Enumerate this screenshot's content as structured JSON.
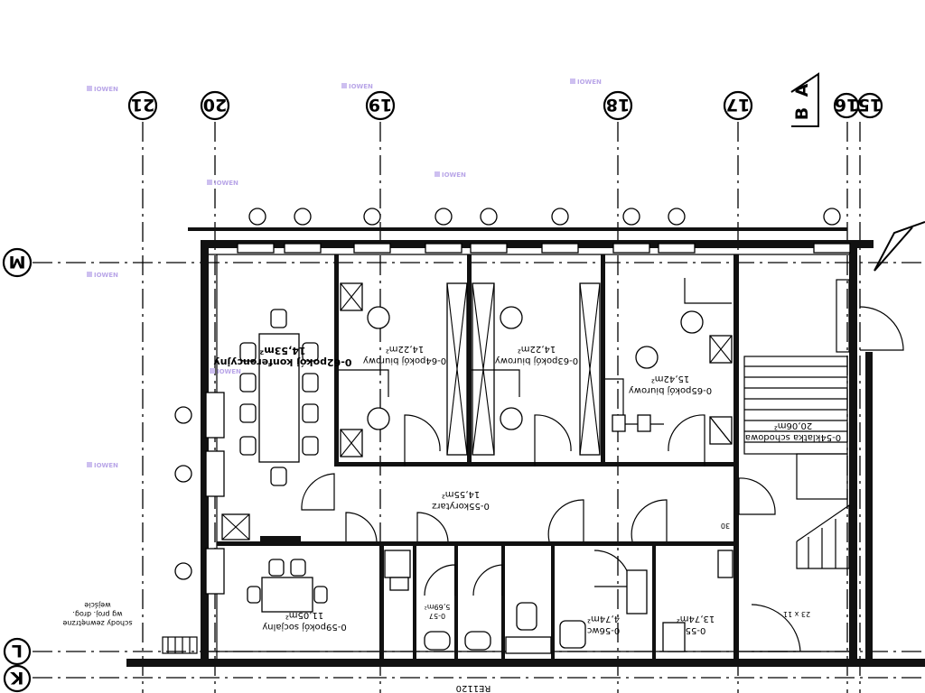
{
  "axes_vertical": [
    {
      "id": "v21",
      "label": "21"
    },
    {
      "id": "v20",
      "label": "20"
    },
    {
      "id": "v19",
      "label": "19"
    },
    {
      "id": "v18",
      "label": "18"
    },
    {
      "id": "v17",
      "label": "17"
    },
    {
      "id": "v16",
      "label": "16"
    },
    {
      "id": "v15",
      "label": "15"
    }
  ],
  "axes_horizontal": [
    {
      "id": "hM",
      "label": "M"
    },
    {
      "id": "hL",
      "label": "L"
    },
    {
      "id": "hK",
      "label": "K"
    }
  ],
  "section_marker": {
    "a": "A",
    "b": "B"
  },
  "rooms": {
    "conference": {
      "line1": "0-62pokój konferencyjny",
      "line2": "14,53m²",
      "area_raw": "14,53"
    },
    "office1": {
      "line1": "0-64pokój biurowy",
      "line2": "14,22m²"
    },
    "office2": {
      "line1": "0-63pokój biurowy",
      "line2": "14,22m²"
    },
    "office3": {
      "line1": "0-65pokój biurowy",
      "line2": "15,42m²"
    },
    "stair": {
      "line1": "0-54klatka schodowa",
      "line2": "20,06m²"
    },
    "corridor": {
      "line1": "0-55korytarz",
      "line2": "14,55m²"
    },
    "socialroom": {
      "line1": "0-59pokój socjalny",
      "line2": "11,05m²"
    },
    "wc1": {
      "line1": "0-57",
      "line2": "5,69m²"
    },
    "wc2": {
      "line1": "0-56wc",
      "line2": "4,74m²"
    },
    "tech": {
      "line1": "0-55",
      "line2": "13,74m²"
    }
  },
  "annotations": {
    "wall_code": "RE1120",
    "door_label": "30",
    "stair_note": "23 x 11",
    "ext_note_1": "schody zewnętrzne",
    "ext_note_2": "wg proj. drog.",
    "ext_note_3": "wejście"
  },
  "watermark": "IOWEN"
}
